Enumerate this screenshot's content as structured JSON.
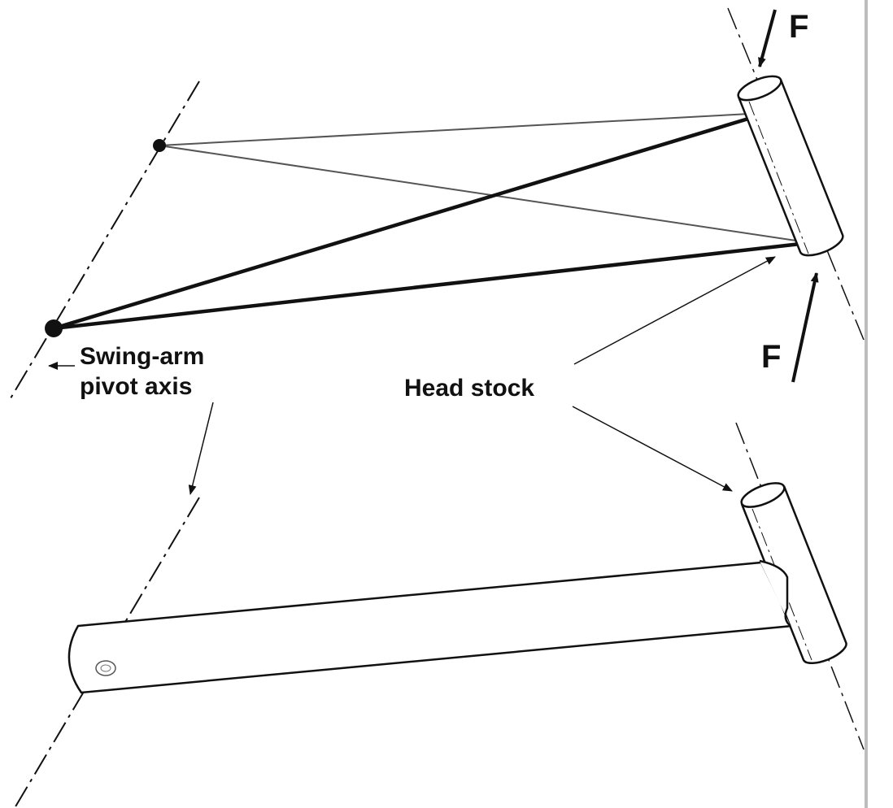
{
  "labels": {
    "force_top": "F",
    "force_bottom": "F",
    "pivot_line1": "Swing-arm",
    "pivot_line2": "pivot axis",
    "head_stock": "Head stock"
  },
  "colors": {
    "ink": "#111111",
    "thin_line": "#555555",
    "background": "#ffffff",
    "edge_bar": "#bdbdbd"
  }
}
